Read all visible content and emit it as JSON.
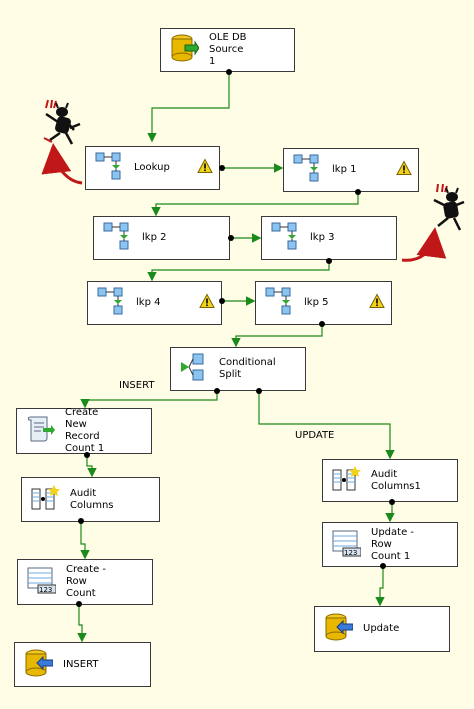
{
  "nodes": {
    "ole_db_source": "OLE DB Source\n1",
    "lookup": "Lookup",
    "lkp1": "lkp 1",
    "lkp2": "lkp 2",
    "lkp3": "lkp 3",
    "lkp4": "lkp 4",
    "lkp5": "lkp 5",
    "conditional_split": "Conditional Split",
    "create_new_record_count": "Create New\nRecord Count 1",
    "audit_columns": "Audit Columns",
    "create_row_count": "Create - Row\nCount",
    "insert_dest": "INSERT",
    "audit_columns1": "Audit Columns1",
    "update_row_count": "Update - Row\nCount 1",
    "update_dest": "Update"
  },
  "edge_labels": {
    "insert": "INSERT",
    "update": "UPDATE"
  },
  "colors": {
    "flow_line": "#1a8a1a",
    "warning": "#f2d21b",
    "db_cylinder": "#e8b800",
    "component_blue": "#6aa8e0",
    "red_arrow": "#c01818"
  }
}
